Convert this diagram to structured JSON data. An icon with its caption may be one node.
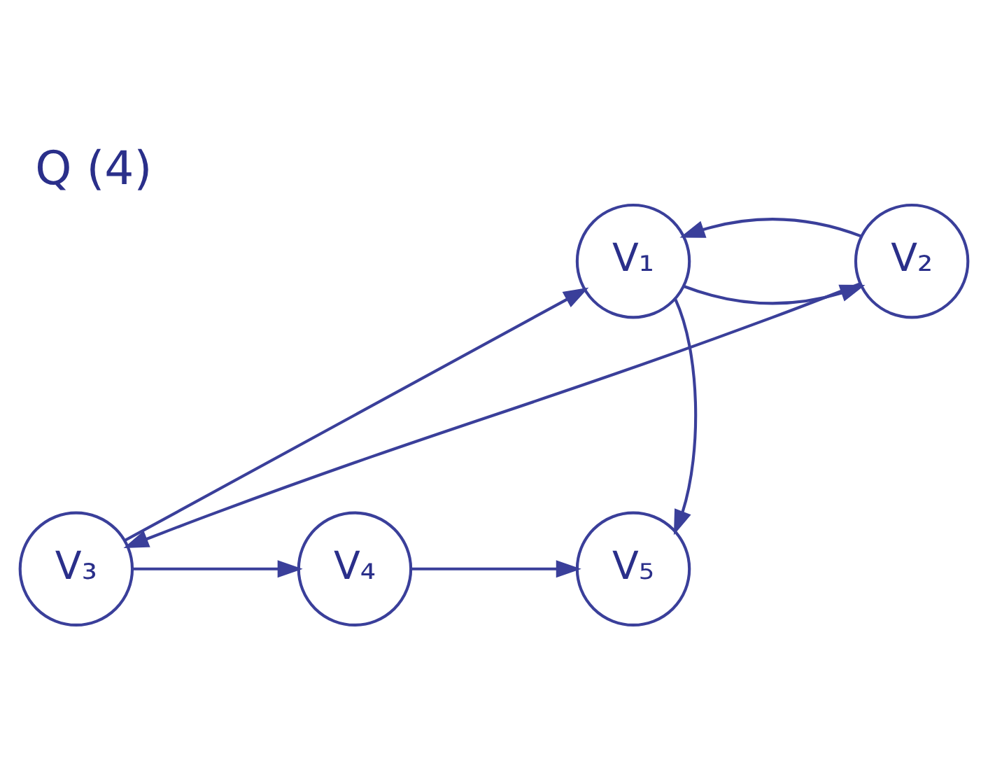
{
  "diagram": {
    "title": "Q (4)",
    "nodes": [
      {
        "text": [
          "V₁"
        ]
      },
      {
        "text": [
          "V₂"
        ]
      },
      {
        "text": [
          "V₅"
        ]
      },
      {
        "text": [
          "V₃"
        ]
      },
      {
        "text": [
          "V₄"
        ]
      }
    ],
    "edges": [
      {
        "from": 0,
        "to": 1,
        "arrow": "to"
      },
      {
        "from": 1,
        "to": 0,
        "arrow": "to"
      },
      {
        "from": 1,
        "to": 3,
        "arrow": "to"
      },
      {
        "from": 3,
        "to": 0,
        "arrow": "to"
      },
      {
        "from": 0,
        "to": 2,
        "arrow": "to"
      },
      {
        "from": 3,
        "to": 4,
        "arrow": "to"
      },
      {
        "from": 4,
        "to": 2,
        "arrow": "to"
      }
    ]
  }
}
